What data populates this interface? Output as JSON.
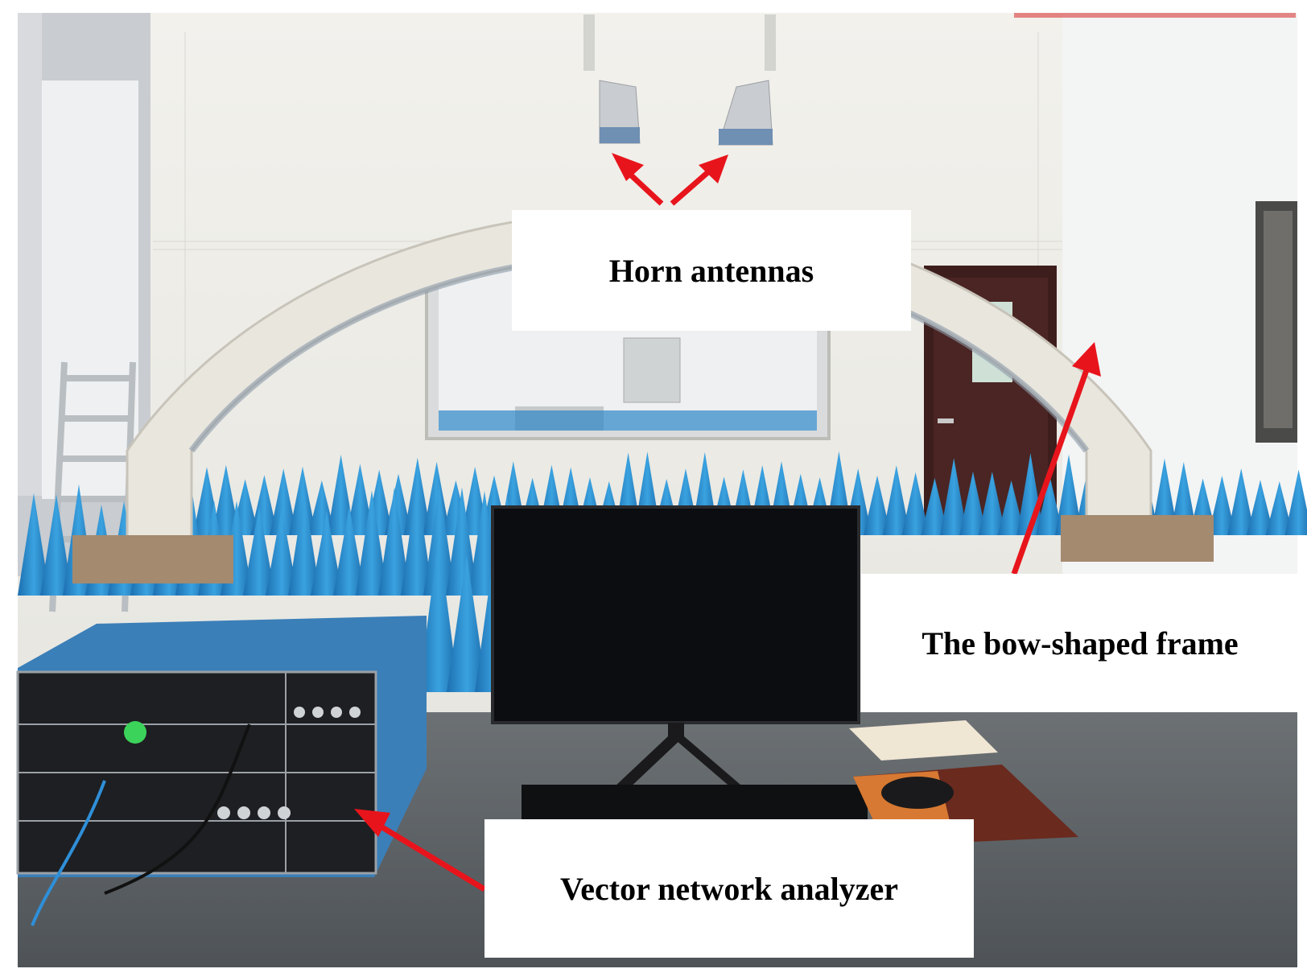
{
  "labels": {
    "horn_antennas": "Horn antennas",
    "bow_frame": "The bow-shaped frame",
    "vector_network_analyzer": "Vector network analyzer"
  },
  "colors": {
    "arrow": "#e8141c",
    "absorber": "#2e8fd1",
    "wall": "#ecebe6",
    "arch": "#e9e6de",
    "door": "#3e1e1c",
    "table": "#5d6266",
    "monitor": "#0c0d10"
  },
  "scene_objects": [
    "arch-frame",
    "horn-antenna-left",
    "horn-antenna-right",
    "absorber-cones",
    "door",
    "window",
    "ladder",
    "monitor",
    "vector-network-analyzer",
    "keyboard",
    "mouse-pad",
    "mouse"
  ]
}
